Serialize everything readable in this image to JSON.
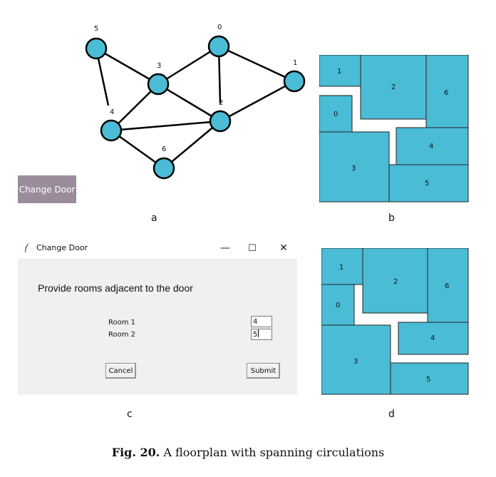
{
  "graph": {
    "fill": "#4bbcd6",
    "nodes": [
      {
        "id": "0",
        "label": "0"
      },
      {
        "id": "1",
        "label": "1"
      },
      {
        "id": "2",
        "label": "2"
      },
      {
        "id": "3",
        "label": "3"
      },
      {
        "id": "4",
        "label": "4"
      },
      {
        "id": "5",
        "label": "5"
      },
      {
        "id": "6",
        "label": "6"
      }
    ]
  },
  "change_door_button": {
    "label": "Change Door",
    "color": "#9b8c9c"
  },
  "panel_letters": {
    "a": "a",
    "b": "b",
    "c": "c",
    "d": "d"
  },
  "floorplan_b": {
    "fill": "#4bbcd6",
    "rooms": [
      {
        "label": "1"
      },
      {
        "label": "2"
      },
      {
        "label": "6"
      },
      {
        "label": "0"
      },
      {
        "label": "4"
      },
      {
        "label": "3"
      },
      {
        "label": "5"
      }
    ]
  },
  "floorplan_d": {
    "fill": "#4bbcd6",
    "rooms": [
      {
        "label": "1"
      },
      {
        "label": "2"
      },
      {
        "label": "6"
      },
      {
        "label": "0"
      },
      {
        "label": "4"
      },
      {
        "label": "3"
      },
      {
        "label": "5"
      }
    ]
  },
  "dialog": {
    "title": "Change Door",
    "minimize": "—",
    "maximize": "☐",
    "close": "✕",
    "prompt": "Provide rooms adjacent to the door",
    "room1_label": "Room 1",
    "room2_label": "Room 2",
    "room1_value": "4",
    "room2_value": "5",
    "cancel_label": "Cancel",
    "submit_label": "Submit"
  },
  "caption": {
    "figure_label": "Fig. 20.",
    "text": " A floorplan with spanning circulations"
  }
}
